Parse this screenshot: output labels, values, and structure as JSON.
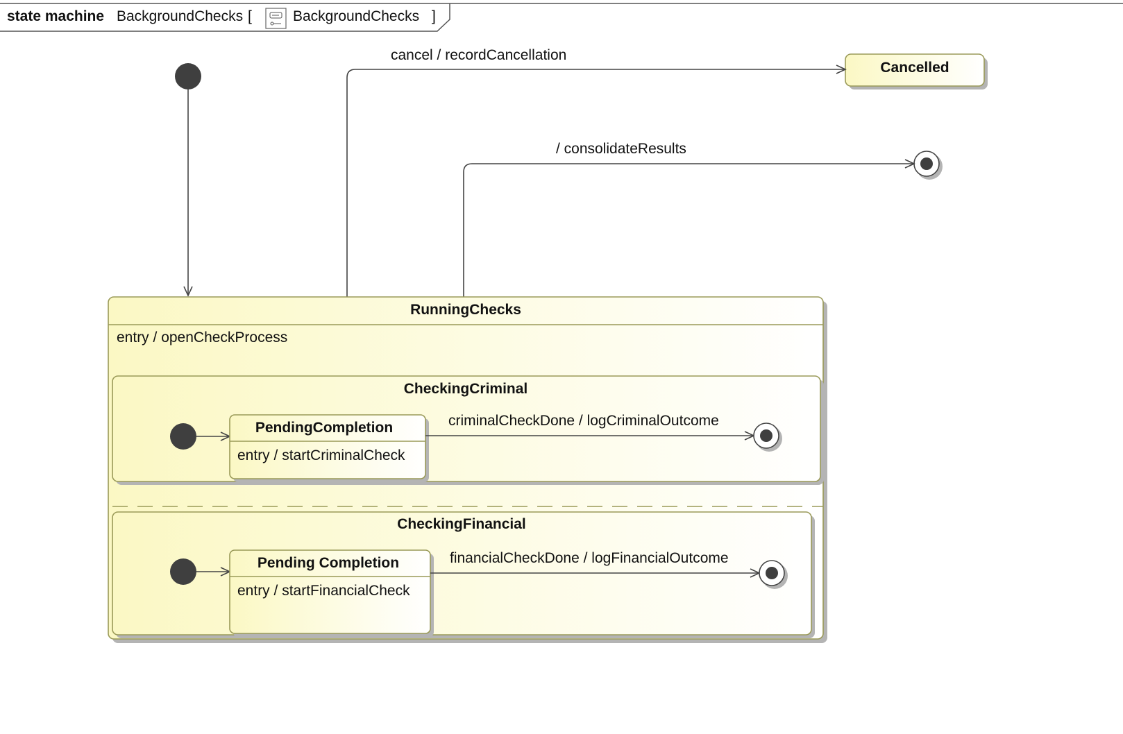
{
  "frame": {
    "keyword": "state machine",
    "name": "BackgroundChecks",
    "bracket_open": "[",
    "icon": "state-machine-icon",
    "ref_name": "BackgroundChecks",
    "bracket_close": "]"
  },
  "states": {
    "cancelled": {
      "name": "Cancelled"
    },
    "running": {
      "name": "RunningChecks",
      "entry": "entry /  openCheckProcess",
      "regions": {
        "criminal": {
          "name": "CheckingCriminal",
          "substate": {
            "name": "PendingCompletion",
            "entry": "entry /  startCriminalCheck"
          }
        },
        "financial": {
          "name": "CheckingFinancial",
          "substate": {
            "name": "Pending Completion",
            "entry": "entry /  startFinancialCheck"
          }
        }
      }
    }
  },
  "transitions": {
    "cancel": "cancel / recordCancellation",
    "complete": "/ consolidateResults",
    "criminal_done": "criminalCheckDone / logCriminalOutcome",
    "financial_done": "financialCheckDone / logFinancialOutcome"
  },
  "colors": {
    "state_fill": "#fdfdd2",
    "state_border": "#9a9a58",
    "shadow": "#b4b4b4",
    "line": "#444444",
    "node": "#3f3f3f"
  }
}
